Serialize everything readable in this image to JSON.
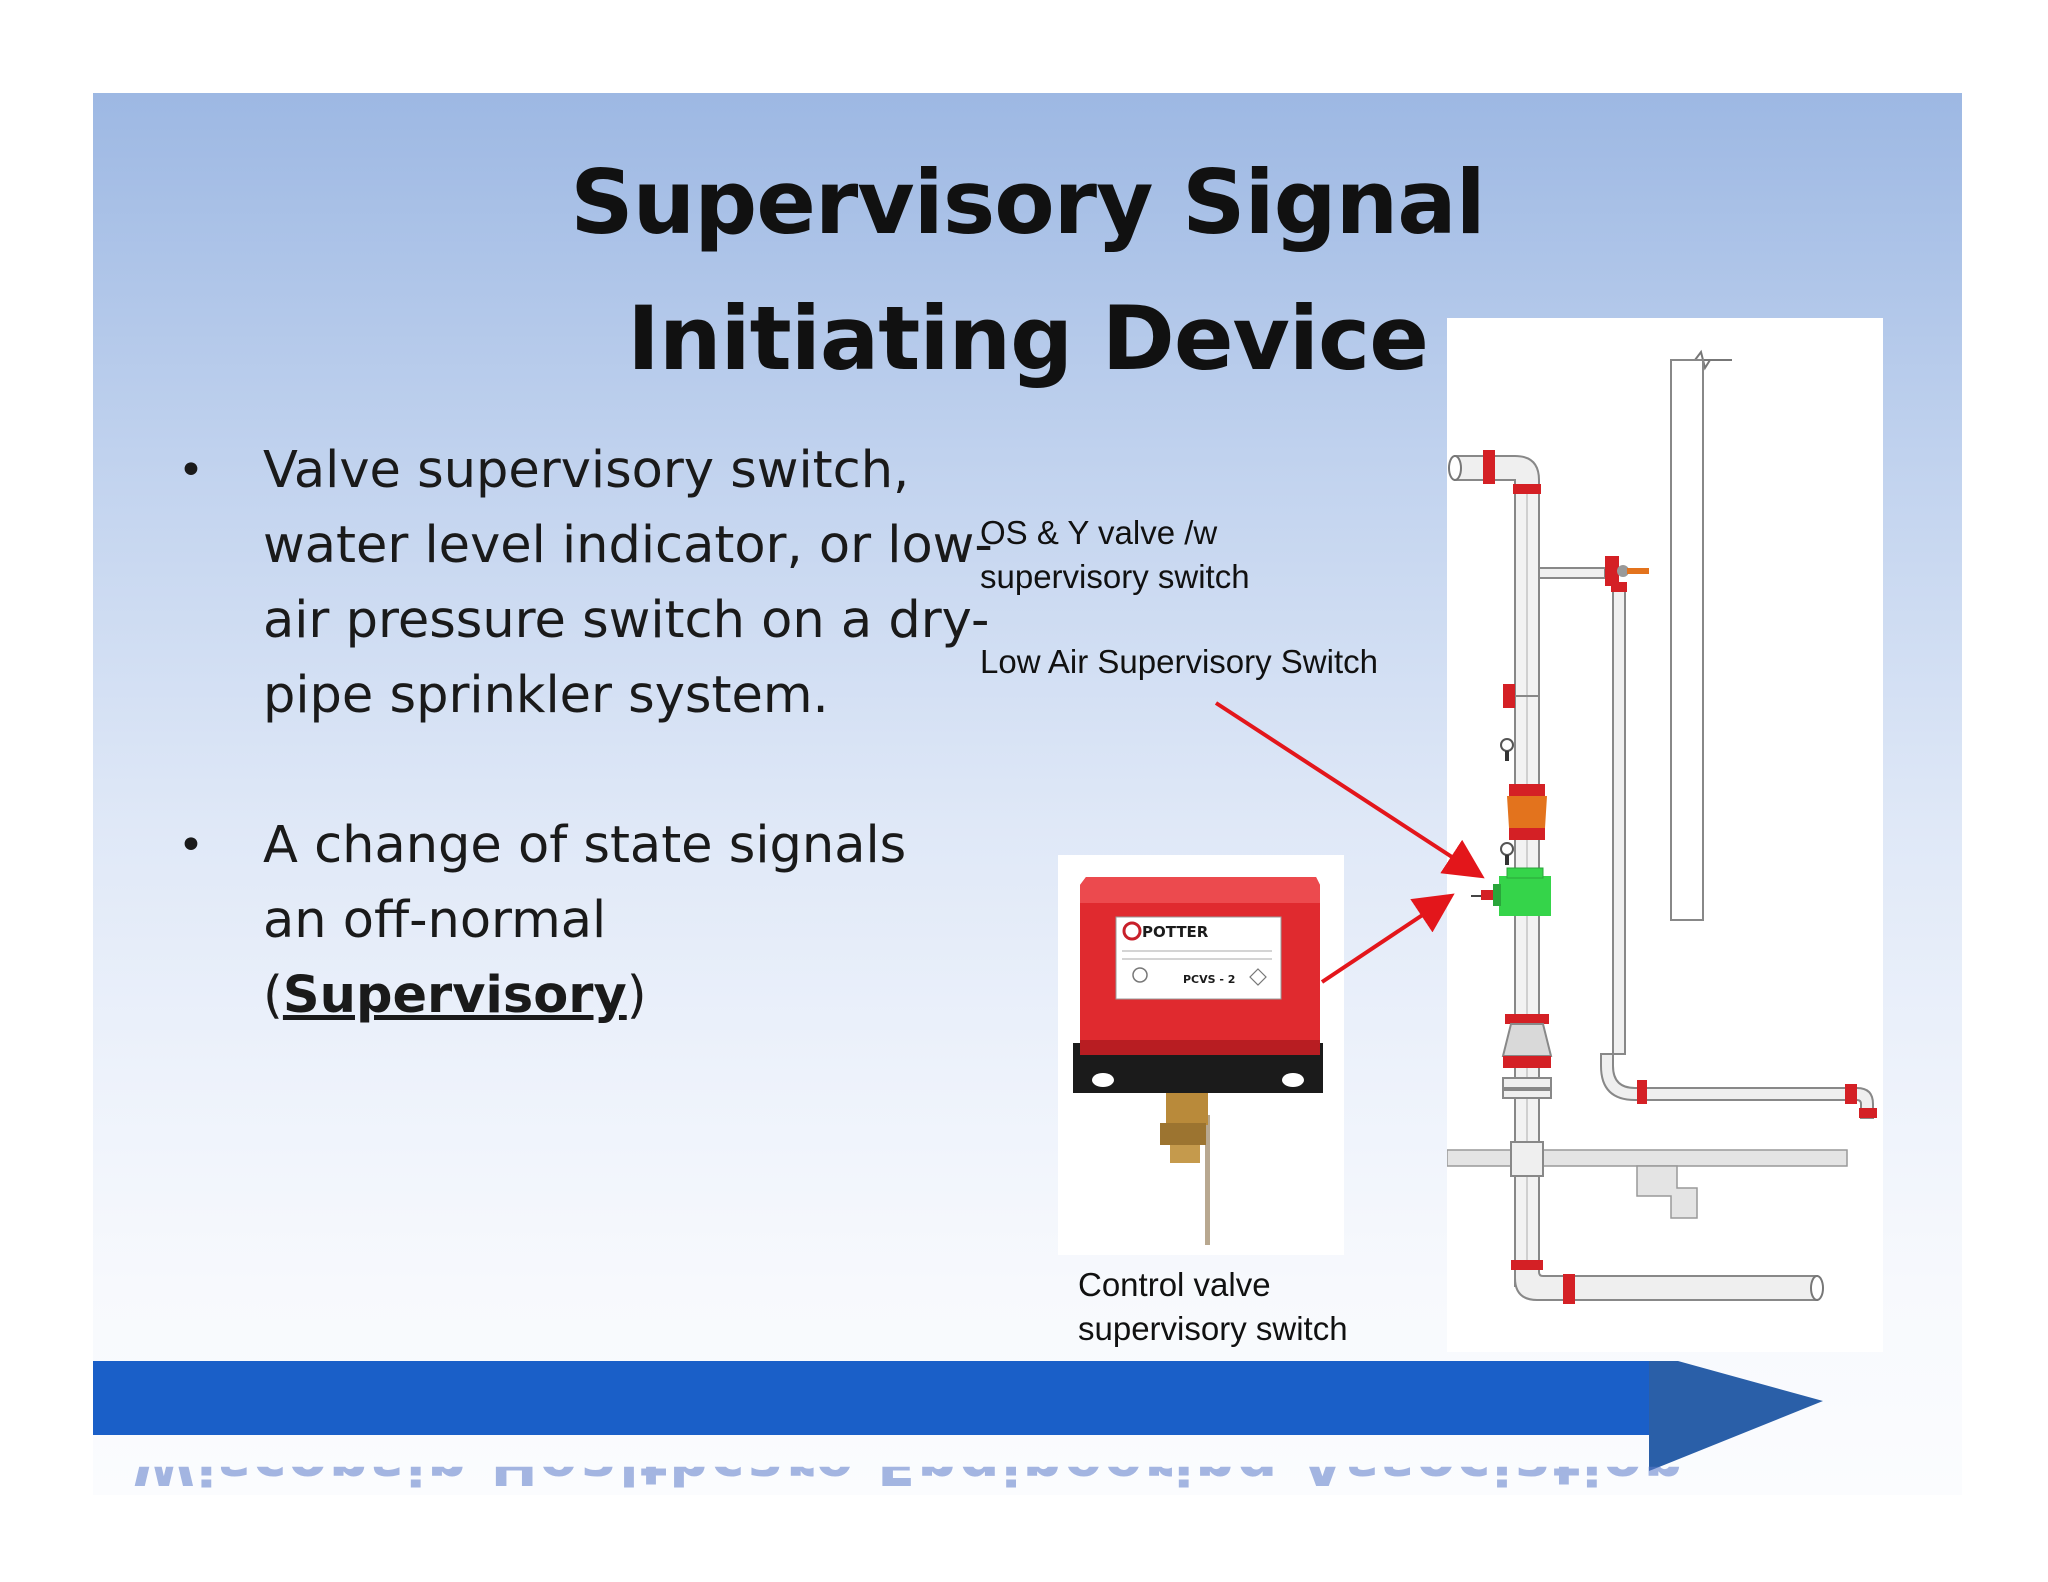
{
  "title": {
    "line1": "Supervisory Signal",
    "line2": "Initiating Device"
  },
  "bullets": [
    {
      "text": "Valve supervisory switch, water level indicator, or low-air pressure switch on a dry-pipe sprinkler system."
    },
    {
      "prefix": "A change of state signals an off-normal (",
      "emphasis": "Supervisory",
      "suffix": ")"
    }
  ],
  "bullet_symbol": "•",
  "labels": {
    "osy_line1": "OS & Y valve /w",
    "osy_line2": "supervisory switch",
    "low_air": "Low Air Supervisory Switch",
    "control_line1": "Control valve",
    "control_line2": "supervisory switch"
  },
  "photo": {
    "brand": "POTTER",
    "model": "PCVS - 2"
  },
  "footer": {
    "mirrored_text": "Wisconsin Healthcare Engineering Association"
  },
  "colors": {
    "footer_blue": "#1a5fc8",
    "arrow_blue": "#2a5fa8",
    "pointer_red": "#e3161b",
    "switch_red": "#e02a2f",
    "valve_green": "#35d44a",
    "valve_orange": "#e3731d"
  },
  "icons": [
    "bullet-dot",
    "red-pointer-arrow",
    "blue-footer-arrow",
    "supervisory-switch-photo",
    "sprinkler-riser-diagram"
  ]
}
